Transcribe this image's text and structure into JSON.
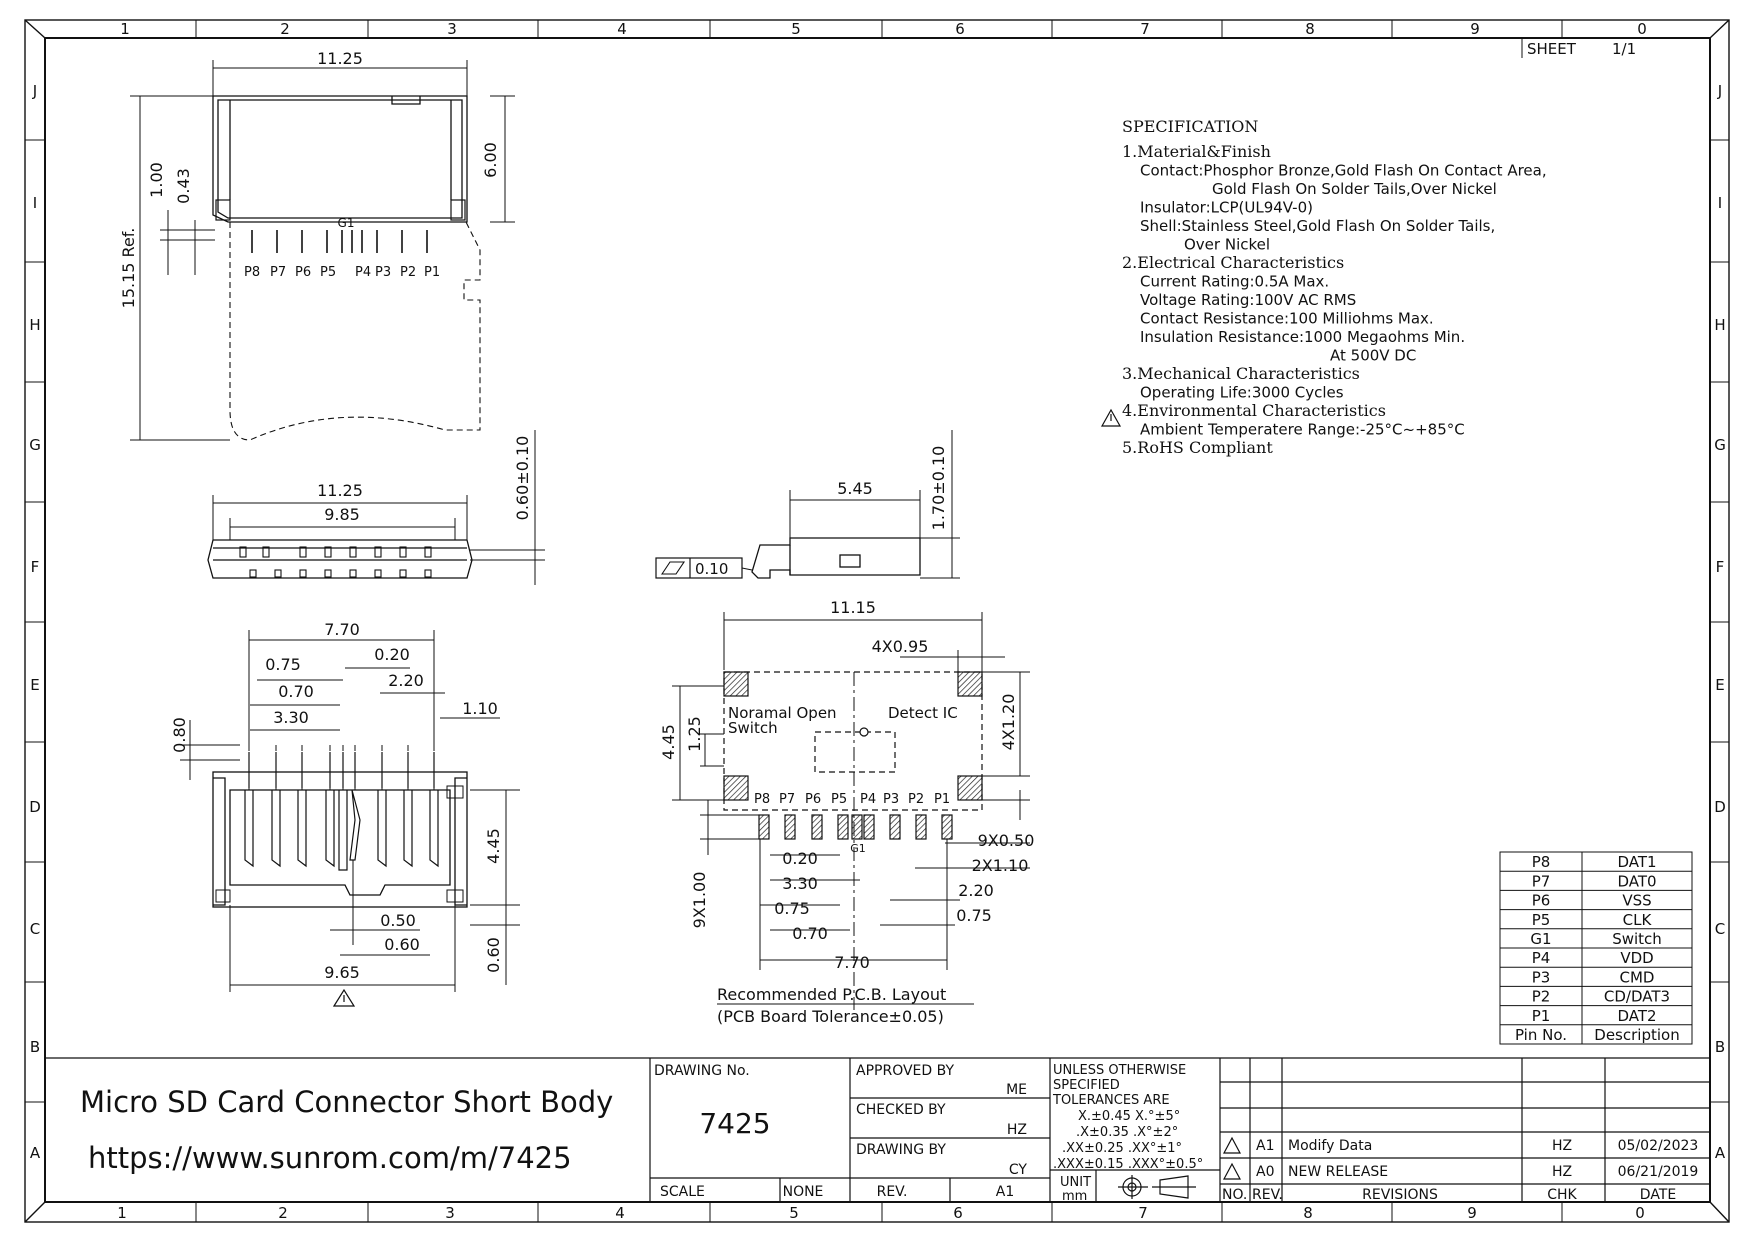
{
  "sheet": {
    "cols_top": [
      "1",
      "2",
      "3",
      "4",
      "5",
      "6",
      "7",
      "8",
      "9",
      "0"
    ],
    "cols_bottom": [
      "1",
      "2",
      "3",
      "4",
      "5",
      "6",
      "7",
      "8",
      "9",
      "0"
    ],
    "rows": [
      "J",
      "I",
      "H",
      "G",
      "F",
      "E",
      "D",
      "C",
      "B",
      "A"
    ],
    "sheet_label": "SHEET",
    "sheet_value": "1/1"
  },
  "dims": {
    "top_width": "11.25",
    "top_height_ref": "15.15 Ref.",
    "top_1_00": "1.00",
    "top_0_43": "0.43",
    "top_6_00": "6.00",
    "g1_label": "G1",
    "pins_top": [
      "P8",
      "P7",
      "P6",
      "P5",
      "P4",
      "P3",
      "P2",
      "P1"
    ],
    "side_11_25": "11.25",
    "side_9_85": "9.85",
    "side_0_60": "0.60±0.10",
    "profile_5_45": "5.45",
    "profile_1_70": "1.70±0.10",
    "flatness": "0.10",
    "bottom_7_70": "7.70",
    "bottom_0_75": "0.75",
    "bottom_0_20": "0.20",
    "bottom_0_70": "0.70",
    "bottom_2_20": "2.20",
    "bottom_3_30": "3.30",
    "bottom_1_10": "1.10",
    "bottom_0_80": "0.80",
    "bottom_4_45": "4.45",
    "bottom_0_50": "0.50",
    "bottom_0_60": "0.60",
    "bottom_0_60b": "0.60",
    "bottom_9_65": "9.65",
    "pcb_11_15": "11.15",
    "pcb_4x0_95": "4X0.95",
    "pcb_4x1_20": "4X1.20",
    "pcb_4_45": "4.45",
    "pcb_1_25": "1.25",
    "pcb_normal_open": "Noramal  Open",
    "pcb_switch": "Switch",
    "pcb_detect": "Detect  IC",
    "pcb_pins": [
      "P8",
      "P7",
      "P6",
      "P5",
      "P4",
      "P3",
      "P2",
      "P1"
    ],
    "pcb_g1": "G1",
    "pcb_9x0_50": "9X0.50",
    "pcb_2x1_10": "2X1.10",
    "pcb_2_20": "2.20",
    "pcb_0_75r": "0.75",
    "pcb_0_20": "0.20",
    "pcb_3_30": "3.30",
    "pcb_0_75": "0.75",
    "pcb_0_70": "0.70",
    "pcb_7_70": "7.70",
    "pcb_9x1_00": "9X1.00",
    "pcb_caption1": "Recommended  P.C.B.  Layout",
    "pcb_caption2": "(PCB Board  Tolerance±0.05)"
  },
  "spec": {
    "title": "SPECIFICATION",
    "lines": [
      {
        "text": "1.Material&Finish",
        "kind": "head"
      },
      {
        "text": "Contact:Phosphor  Bronze,Gold  Flash  On  Contact  Area,",
        "kind": "body"
      },
      {
        "text": "Gold  Flash  On  Solder  Tails,Over  Nickel",
        "kind": "body2"
      },
      {
        "text": "Insulator:LCP(UL94V-0)",
        "kind": "body"
      },
      {
        "text": "Shell:Stainless  Steel,Gold  Flash  On  Solder  Tails,",
        "kind": "body"
      },
      {
        "text": "Over  Nickel",
        "kind": "body3"
      },
      {
        "text": "2.Electrical  Characteristics",
        "kind": "head"
      },
      {
        "text": "Current  Rating:0.5A  Max.",
        "kind": "body"
      },
      {
        "text": "Voltage  Rating:100V  AC  RMS",
        "kind": "body"
      },
      {
        "text": "Contact  Resistance:100  Milliohms  Max.",
        "kind": "body"
      },
      {
        "text": "Insulation  Resistance:1000  Megaohms  Min.",
        "kind": "body"
      },
      {
        "text": "At  500V  DC",
        "kind": "body4"
      },
      {
        "text": "3.Mechanical  Characteristics",
        "kind": "head"
      },
      {
        "text": "Operating  Life:3000  Cycles",
        "kind": "body"
      },
      {
        "text": "4.Environmental  Characteristics",
        "kind": "head"
      },
      {
        "text": "Ambient  Temperatere  Range:-25°C~+85°C",
        "kind": "body"
      },
      {
        "text": "5.RoHS  Compliant",
        "kind": "head"
      }
    ]
  },
  "pin_table": {
    "rows": [
      [
        "P8",
        "DAT1"
      ],
      [
        "P7",
        "DAT0"
      ],
      [
        "P6",
        "VSS"
      ],
      [
        "P5",
        "CLK"
      ],
      [
        "G1",
        "Switch"
      ],
      [
        "P4",
        "VDD"
      ],
      [
        "P3",
        "CMD"
      ],
      [
        "P2",
        "CD/DAT3"
      ],
      [
        "P1",
        "DAT2"
      ]
    ],
    "header": [
      "Pin  No.",
      "Description"
    ]
  },
  "title_block": {
    "title": "Micro SD Card Connector Short Body",
    "url": "https://www.sunrom.com/m/7425",
    "drawing_no_label": "DRAWING  No.",
    "drawing_no": "7425",
    "approved_by": "APPROVED  BY",
    "approved_val": "ME",
    "checked_by": "CHECKED  BY",
    "checked_val": "HZ",
    "drawing_by": "DRAWING  BY",
    "drawing_val": "CY",
    "scale_label": "SCALE",
    "scale_val": "NONE",
    "rev_label": "REV.",
    "rev_val": "A1",
    "tol_lines": [
      "UNLESS  OTHERWISE",
      "SPECIFIED",
      "TOLERANCES  ARE",
      "X.±0.45   X.°±5°",
      ".X±0.35   .X°±2°",
      ".XX±0.25  .XX°±1°",
      ".XXX±0.15 .XXX°±0.5°"
    ],
    "unit_label": "UNIT",
    "unit_val": "mm",
    "revisions": [
      {
        "no": "A1",
        "desc": "Modify  Data",
        "chk": "HZ",
        "date": "05/02/2023"
      },
      {
        "no": "A0",
        "desc": "NEW  RELEASE",
        "chk": "HZ",
        "date": "06/21/2019"
      }
    ],
    "rev_header": {
      "no": "NO.",
      "rev": "REV.",
      "revisions": "REVISIONS",
      "chk": "CHK",
      "date": "DATE"
    }
  }
}
